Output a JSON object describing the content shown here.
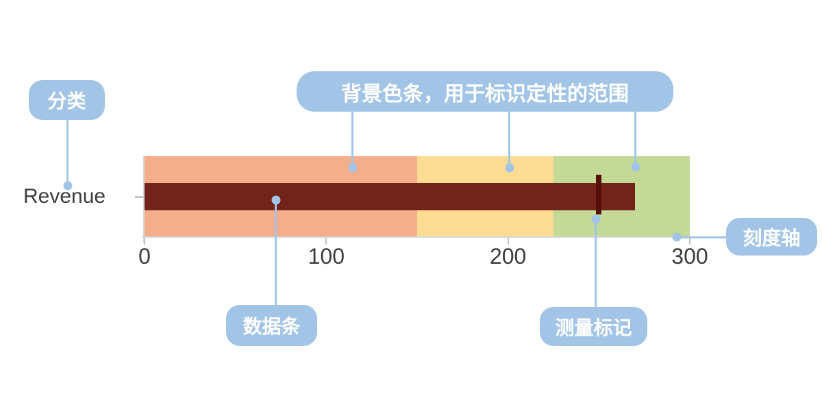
{
  "page": {
    "background": "#ffffff"
  },
  "colors": {
    "annotation_blue": "#a2c4e6",
    "axis_line": "#d6d6d6",
    "tick": "#c4c4c4",
    "text_dark": "#3c3c3c",
    "callout_text": "#ffffff"
  },
  "annotations": {
    "category": {
      "label": "分类"
    },
    "background_bands": {
      "label": "背景色条，用于标识定性的范围"
    },
    "data_bar": {
      "label": "数据条"
    },
    "measure_marker": {
      "label": "测量标记"
    },
    "scale_axis": {
      "label": "刻度轴"
    }
  },
  "chart_data": {
    "type": "bar",
    "subtype": "bullet",
    "title": "",
    "categories": [
      "Revenue"
    ],
    "series": [
      {
        "name": "数据条 (measure bar)",
        "values": [
          270
        ],
        "color": "#72231a"
      },
      {
        "name": "测量标记 (target marker)",
        "values": [
          250
        ],
        "color": "#570f0b"
      }
    ],
    "ranges": [
      {
        "from": 0,
        "to": 150,
        "color": "#f5ae8c"
      },
      {
        "from": 150,
        "to": 225,
        "color": "#fbdc92"
      },
      {
        "from": 225,
        "to": 300,
        "color": "#c3d996"
      }
    ],
    "xlim": [
      0,
      300
    ],
    "x_ticks": [
      "0",
      "100",
      "200",
      "300"
    ],
    "grid": false,
    "legend": false
  }
}
